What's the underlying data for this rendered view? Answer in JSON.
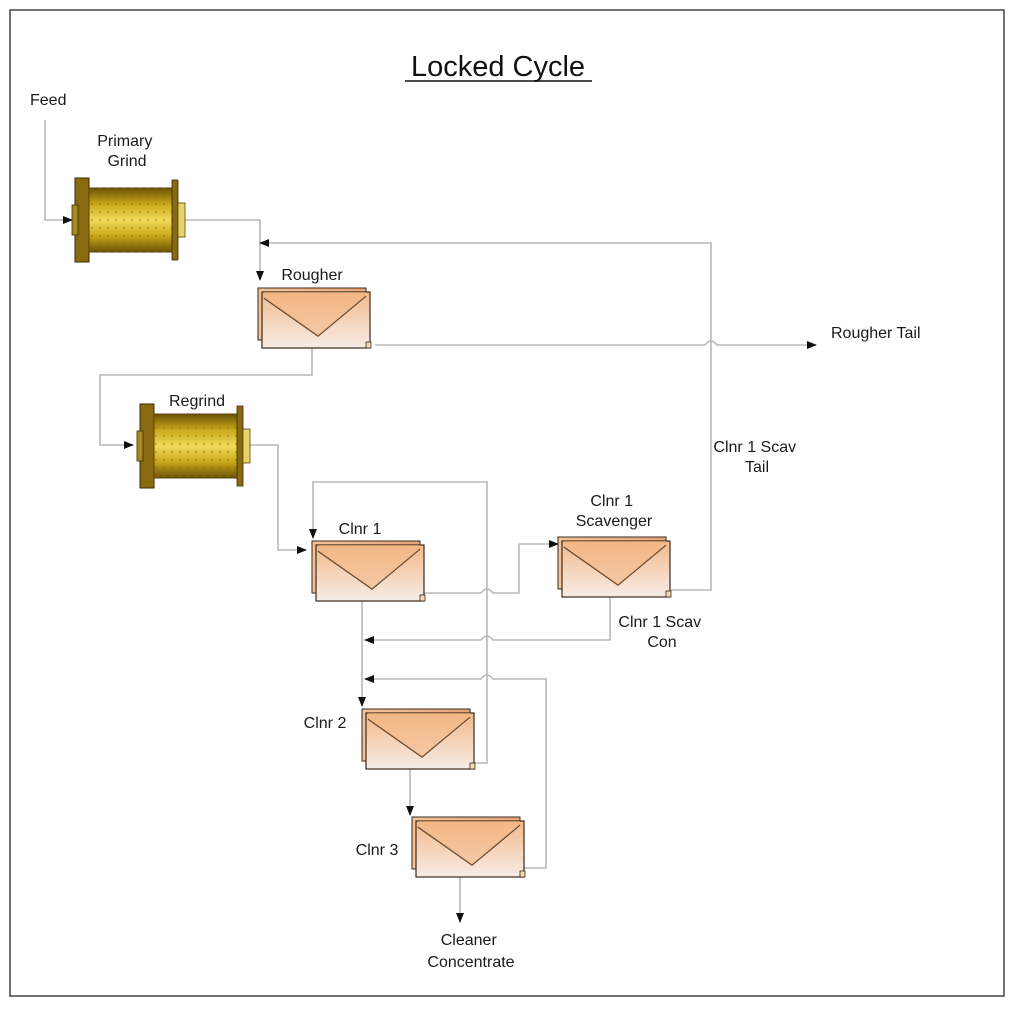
{
  "title": "Locked Cycle",
  "colors": {
    "mill_body": "#c9a81a",
    "mill_dark": "#6b5208",
    "cell_fill": "#f3c9a8",
    "cell_edge": "#3a2a1a",
    "flow_line": "#b8b8b8",
    "arrow": "#111111"
  },
  "streams": {
    "feed": "Feed",
    "rougher_tail": "Rougher Tail",
    "clnr1_scav_tail": [
      "Clnr 1 Scav",
      "Tail"
    ],
    "clnr1_scav_con": [
      "Clnr 1 Scav",
      "Con"
    ],
    "cleaner_concentrate": [
      "Cleaner",
      "Concentrate"
    ]
  },
  "units": {
    "primary_grind": [
      "Primary",
      "Grind"
    ],
    "rougher": "Rougher",
    "regrind": "Regrind",
    "clnr1": "Clnr 1",
    "clnr1_scavenger": [
      "Clnr 1",
      "Scavenger"
    ],
    "clnr2": "Clnr 2",
    "clnr3": "Clnr 3"
  }
}
